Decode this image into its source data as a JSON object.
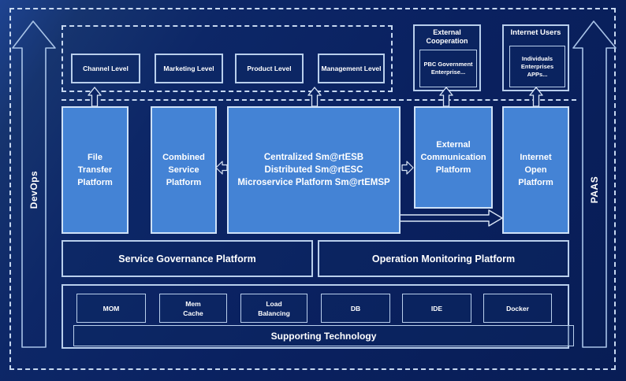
{
  "rails": {
    "devops": "DevOps",
    "paas": "PAAS"
  },
  "top_tier": {
    "levels": [
      {
        "label": "Channel Level"
      },
      {
        "label": "Marketing Level"
      },
      {
        "label": "Product Level"
      },
      {
        "label": "Management Level"
      }
    ],
    "external_cooperation": {
      "title": "External\nCooperation",
      "members": "PBC Government\nEnterprise..."
    },
    "internet_users": {
      "title": "Internet Users",
      "members": "Individuals\nEnterprises\nAPPs..."
    }
  },
  "platforms": {
    "file_transfer": "File\nTransfer\nPlatform",
    "combined_service": "Combined\nService\nPlatform",
    "central": "Centralized Sm@rtESB\nDistributed Sm@rtESC\nMicroservice Platform Sm@rtEMSP",
    "external_communication": "External\nCommunication\nPlatform",
    "internet_open": "Internet\nOpen\nPlatform"
  },
  "governance": {
    "service_governance": "Service Governance Platform",
    "operation_monitoring": "Operation Monitoring Platform"
  },
  "supporting": {
    "items": [
      {
        "label": "MOM"
      },
      {
        "label": "Mem\nCache"
      },
      {
        "label": "Load\nBalancing"
      },
      {
        "label": "DB"
      },
      {
        "label": "IDE"
      },
      {
        "label": "Docker"
      }
    ],
    "banner": "Supporting Technology"
  },
  "colors": {
    "background": "#0a2160",
    "platform_fill": "#4483d5",
    "line": "#c7d8f0"
  }
}
